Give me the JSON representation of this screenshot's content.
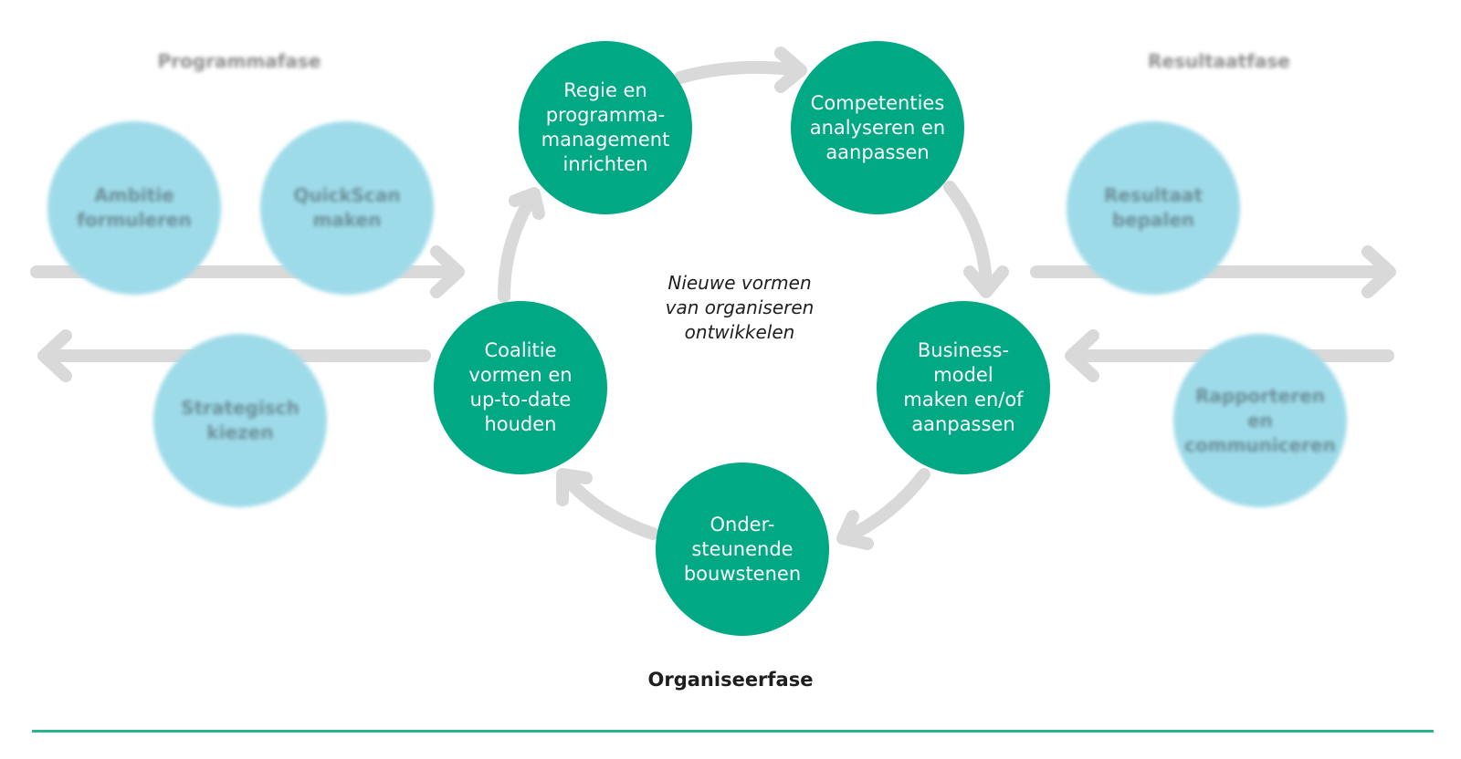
{
  "phases": {
    "left": "Programmafase",
    "right": "Resultaatfase",
    "center": "Organiseerfase"
  },
  "center_text": "Nieuwe vormen\nvan organiseren\nontwikkelen",
  "cycle_steps": {
    "regie": "Regie en\nprogramma-\nmanagement\ninrichten",
    "competenties": "Competenties\nanalyseren en\naanpassen",
    "businessmodel": "Business-\nmodel\nmaken en/of\naanpassen",
    "ondersteunend": "Onder-\nsteunende\nbouwstenen",
    "coalitie": "Coalitie\nvormen en\nup-to-date\nhouden"
  },
  "program_steps": {
    "ambitie": "Ambitie\nformuleren",
    "quickscan": "QuickScan\nmaken",
    "strategisch": "Strategisch\nkiezen"
  },
  "result_steps": {
    "resultaat": "Resultaat\nbepalen",
    "rapporteren": "Rapporteren\nen\ncommuniceren"
  },
  "colors": {
    "green": "#00a884",
    "light_blue": "#9edbe9",
    "arrow_gray": "#d9d9d9",
    "divider": "#2bb38e"
  }
}
